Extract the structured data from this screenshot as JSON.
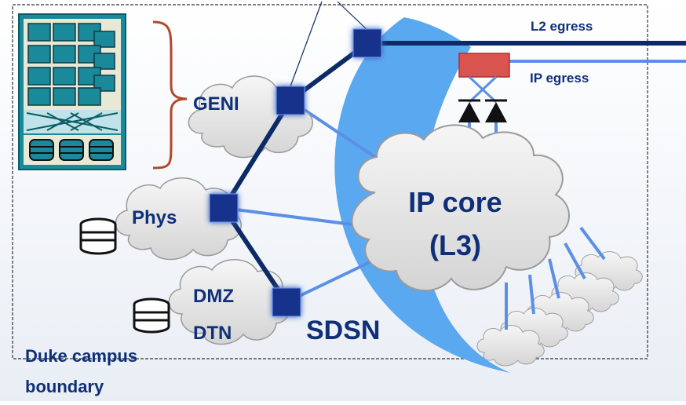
{
  "labels": {
    "l2_egress": "L2 egress",
    "ip_egress": "IP egress",
    "geni": "GENI",
    "phys": "Phys",
    "dmz": "DMZ",
    "dtn": "DTN",
    "ip_core_line1": "IP core",
    "ip_core_line2": "(L3)",
    "sdsn": "SDSN",
    "campus_line1": "Duke campus",
    "campus_line2": "boundary"
  },
  "colors": {
    "dark_navy": "#0b2a66",
    "switch_blue": "#12338a",
    "light_link": "#5b8fe6",
    "crescent": "#5aa8f0",
    "label_blue": "#0f2f78",
    "router_red": "#d9534f",
    "cloud_fill": "#e6e6e6",
    "rack_teal": "#1a8a9a"
  },
  "icons": [
    "server-rack-icon",
    "bracket-icon",
    "storage-icon",
    "diode-icon",
    "router-icon",
    "cloud-icon",
    "switch-icon"
  ]
}
